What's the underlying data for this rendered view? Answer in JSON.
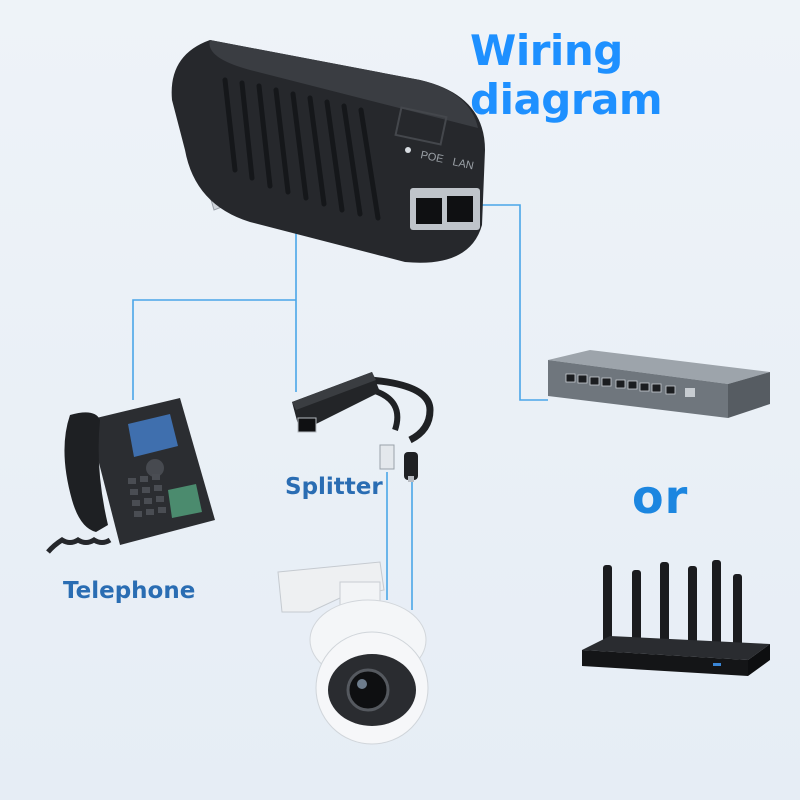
{
  "title": "Wiring diagram",
  "device_labels": {
    "splitter": "Splitter",
    "telephone": "Telephone",
    "or": "or"
  },
  "adapter_port_labels": {
    "poe": "POE",
    "lan": "LAN"
  },
  "colors": {
    "title": "#1e90ff",
    "label": "#2a6db3",
    "wire": "#4aa6e8"
  }
}
